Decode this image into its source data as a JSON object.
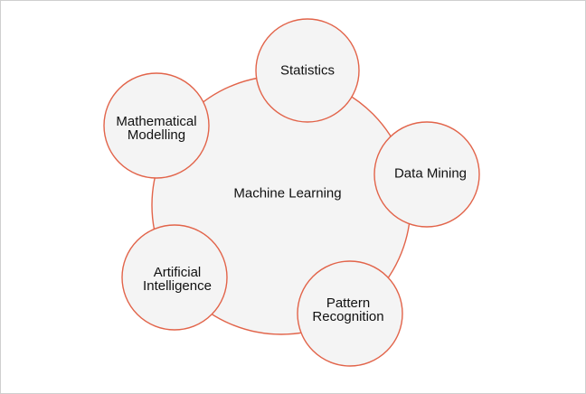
{
  "colors": {
    "fill": "#f4f4f4",
    "stroke": "#e2644a",
    "text": "#111111"
  },
  "center": {
    "label": "Machine Learning"
  },
  "satellites": [
    {
      "label": "Statistics"
    },
    {
      "label": "Data Mining"
    },
    {
      "label": "Pattern\nRecognition"
    },
    {
      "label": "Artificial\nIntelligence"
    },
    {
      "label": "Mathematical\nModelling"
    }
  ]
}
